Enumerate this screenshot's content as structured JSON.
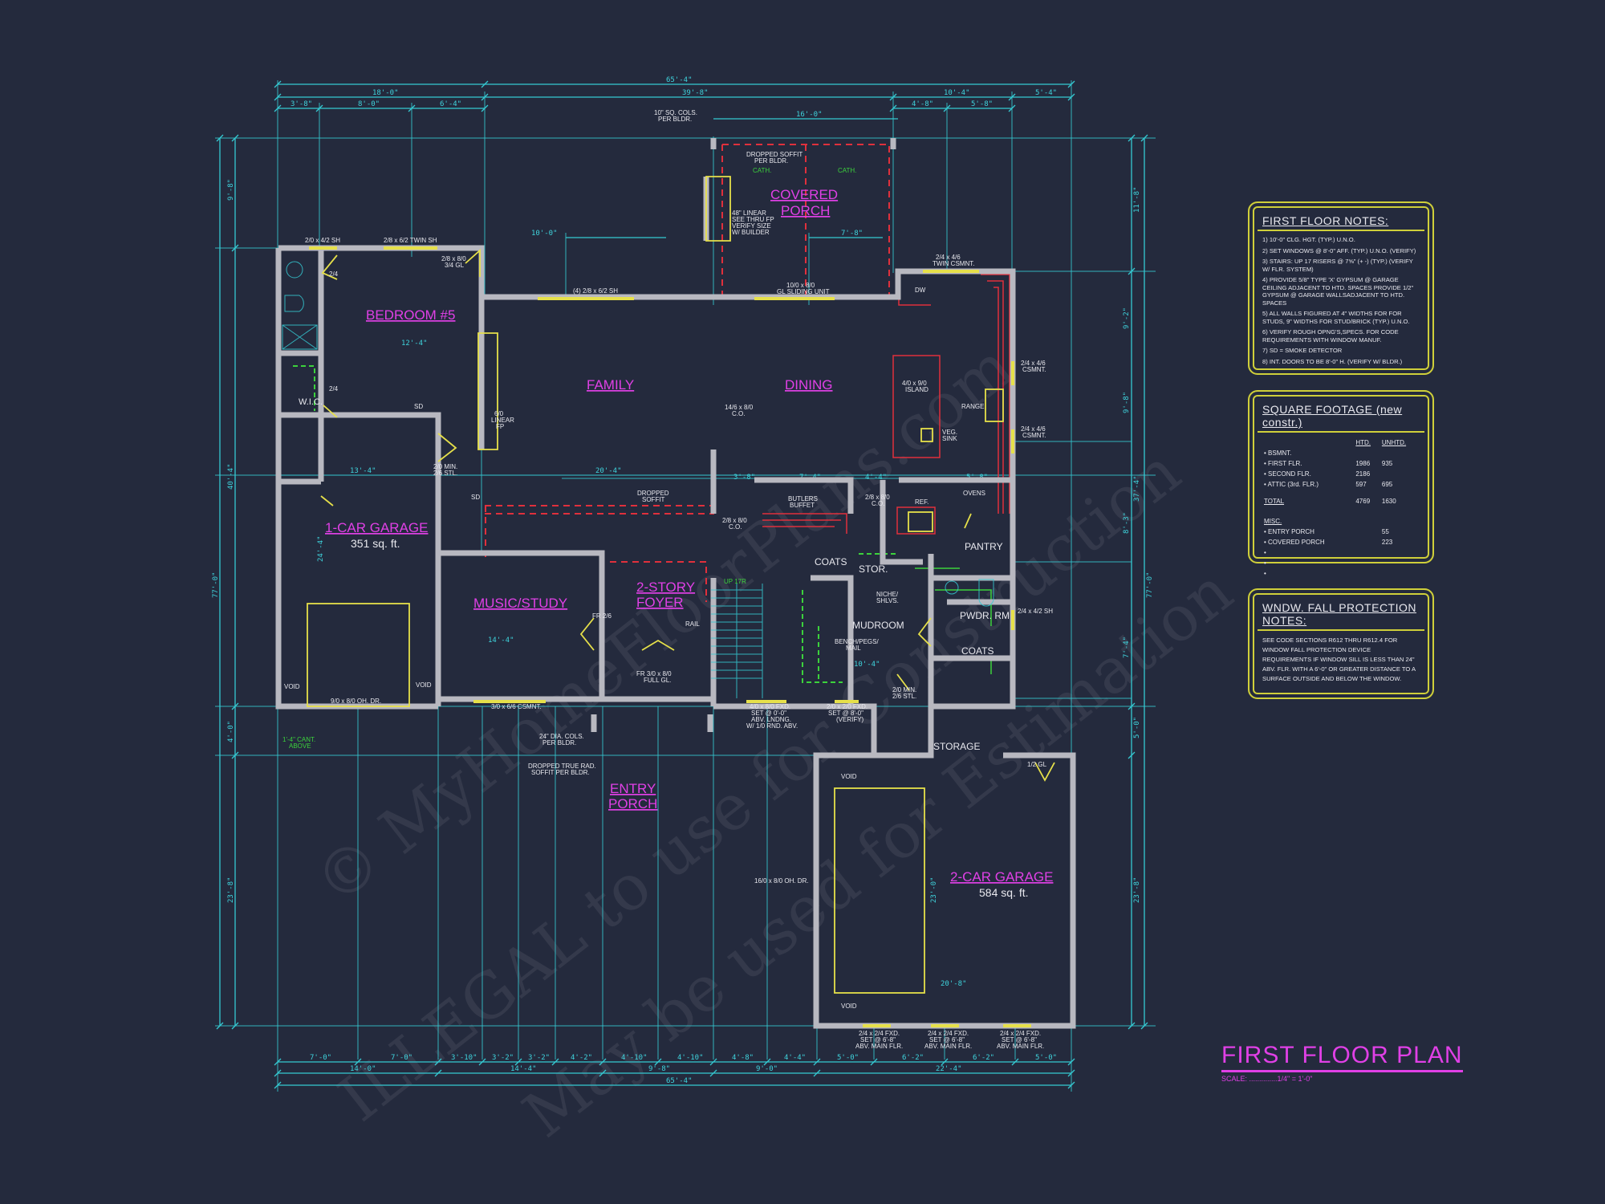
{
  "title": {
    "text": "FIRST FLOOR PLAN",
    "scale": "SCALE: ..............1/4\" = 1'-0\""
  },
  "colors": {
    "background": "#242a3d",
    "dimension": "#35c9d2",
    "room_label": "#e040e6",
    "window": "#e6e04a",
    "soffit": "#e0303c",
    "shelving": "#3cd23c",
    "notes_border": "#cfcf3a"
  },
  "rooms": {
    "bedroom5": "BEDROOM #5",
    "family": "FAMILY",
    "dining": "DINING",
    "covered_porch_1": "COVERED",
    "covered_porch_2": "PORCH",
    "garage1": "1-CAR GARAGE",
    "garage1_area": "351 sq. ft.",
    "music": "MUSIC/STUDY",
    "foyer_1": "2-STORY",
    "foyer_2": "FOYER",
    "entry_1": "ENTRY",
    "entry_2": "PORCH",
    "garage2": "2-CAR GARAGE",
    "garage2_area": "584 sq. ft.",
    "mudroom": "MUDROOM",
    "pantry": "PANTRY",
    "powder": "PWDR. RM",
    "coats_1": "COATS",
    "coats_2": "COATS",
    "stor": "STOR.",
    "wic": "W.I.C.",
    "storage": "STORAGE"
  },
  "annotations": {
    "a1": "2/0 x 4/2 SH",
    "a2": "2/8 x 6/2 TWIN SH",
    "a3": "2/8 x 8/0",
    "a3b": "3/4 GL",
    "a4": "(4) 2/8 x 6/2 SH",
    "a5": "10\" SQ. COLS.",
    "a5b": "PER BLDR.",
    "a6": "DROPPED SOFFIT",
    "a6b": "PER BLDR.",
    "a7": "48\" LINEAR",
    "a7b": "SEE THRU FP",
    "a7c": "VERIFY SIZE",
    "a7d": "W/ BUILDER",
    "a8": "10/0 x 8/0",
    "a8b": "GL SLIDING UNIT",
    "a9": "2/4 x 4/6",
    "a9b": "TWIN CSMNT.",
    "a10": "4/0 x 9/0",
    "a10b": "ISLAND",
    "a11": "14/6 x 8/0",
    "a11b": "C.O.",
    "a12": "RANGE",
    "a13": "VEG.",
    "a13b": "SINK",
    "a14": "2/4 x 4/6",
    "a14b": "CSMNT.",
    "a15": "2/4 x 4/6",
    "a15b": "CSMNT.",
    "a16": "DW",
    "a17": "BUTLERS",
    "a17b": "BUFFET",
    "a18": "2/8 x 8/0",
    "a18b": "C.O.",
    "a19": "REF.",
    "a20": "OVENS",
    "a21": "DROPPED",
    "a21b": "SOFFIT",
    "a22": "2/8 x 8/0",
    "a22b": "C.O.",
    "a23": "NICHE/",
    "a23b": "SHLVS.",
    "a24": "BENCH/PEGS/",
    "a24b": "MAIL",
    "a25": "2/4 x 4/2 SH",
    "a26": "FR 2/6",
    "a27": "RAIL",
    "a28": "UP 17R",
    "a29": "FR 3/0 x 8/0",
    "a29b": "FULL GL.",
    "a30": "3/0 x 6/6 CSMNT.",
    "a31": "24\" DIA. COLS.",
    "a31b": "PER BLDR.",
    "a32": "DROPPED TRUE RAD.",
    "a32b": "SOFFIT PER BLDR.",
    "a33": "4/0 x 8/0 FXD.",
    "a33b": "SET @ 0'-0\"",
    "a33c": "ABV. LNDNG.",
    "a33d": "W/ 1/0 RND. ABV.",
    "a34": "2/0 x 2/0 FXD.",
    "a34b": "SET @ 8'-0\"",
    "a34c": "(VERIFY)",
    "a35": "9/0 x 8/0 OH. DR.",
    "a36": "VOID",
    "a37": "VOID",
    "a38": "1'-4\" CANT.",
    "a38b": "ABOVE",
    "a39": "16/0 x 8/0 OH. DR.",
    "a40": "2/4 x 2/4 FXD.",
    "a40b": "SET @ 6'-8\"",
    "a40c": "ABV. MAIN FLR.",
    "a41": "2/4 x 2/4 FXD.",
    "a41b": "SET @ 6'-8\"",
    "a41c": "ABV. MAIN FLR.",
    "a42": "2/4 x 2/4 FXD.",
    "a42b": "SET @ 6'-8\"",
    "a42c": "ABV. MAIN FLR.",
    "a43": "1/2 GL",
    "a44": "SD",
    "a45": "SD",
    "a46": "2/0 MIN.",
    "a46b": "2/6 STL.",
    "a47": "CATH.",
    "a48": "CATH.",
    "a49": "6/0",
    "a49b": "LINEAR",
    "a49c": "FP",
    "a50": "2/4",
    "a51": "2/4",
    "a52": "VOID",
    "a53": "VOID",
    "a54": "2/0 MIN.",
    "a54b": "2/6 STL."
  },
  "dimensions": {
    "top": [
      "65'-4\"",
      "18'-0\"",
      "39'-8\"",
      "10'-4\"",
      "5'-4\"",
      "3'-8\"",
      "8'-0\"",
      "6'-4\"",
      "4'-8\"",
      "5'-8\"",
      "16'-0\"",
      "10'-0\"",
      "7'-8\""
    ],
    "bottom": [
      "7'-0\"",
      "7'-0\"",
      "3'-10\"",
      "3'-2\"",
      "3'-2\"",
      "4'-2\"",
      "4'-10\"",
      "4'-10\"",
      "4'-8\"",
      "4'-4\"",
      "5'-0\"",
      "6'-2\"",
      "6'-2\"",
      "5'-0\"",
      "14'-0\"",
      "14'-4\"",
      "9'-8\"",
      "9'-0\"",
      "22'-4\"",
      "65'-4\""
    ],
    "left": [
      "9'-8\"",
      "40'-4\"",
      "4'-0\"",
      "23'-8\"",
      "77'-0\""
    ],
    "right": [
      "11'-8\"",
      "37'-4\"",
      "5'-0\"",
      "23'-8\"",
      "77'-0\"",
      "9'-2\"",
      "9'-8\"",
      "8'-3\"",
      "7'-4\""
    ],
    "interior": [
      "12'-4\"",
      "13'-4\"",
      "20'-4\"",
      "14'-4\"",
      "20'-8\"",
      "23'-0\"",
      "24'-4\"",
      "3'-8\"",
      "7'-4\"",
      "4'-4\"",
      "5'-8\"",
      "10'-4\""
    ]
  },
  "notes": {
    "heading": "FIRST FLOOR NOTES:",
    "items": [
      "1) 10'-0\" CLG. HGT. (TYP.) U.N.O.",
      "2) SET WINDOWS @ 8'-0\" AFF. (TYP.) U.N.O. (VERIFY)",
      "3) STAIRS: UP 17 RISERS @ 7⅝\" (+ -) (TYP.) (VERIFY W/ FLR. SYSTEM)",
      "4) PROVIDE 5/8\" TYPE 'X' GYPSUM @ GARAGE CEILING ADJACENT TO HTD. SPACES PROVIDE 1/2\" GYPSUM @ GARAGE WALLSADJACENT TO HTD. SPACES",
      "5) ALL WALLS FIGURED AT 4\" WIDTHS FOR FOR STUDS, 9\" WIDTHS FOR STUD/BRICK (TYP.) U.N.O.",
      "6) VERIFY ROUGH OPNG'S,SPECS. FOR CODE REQUIREMENTS WITH WINDOW MANUF.",
      "7) SD = SMOKE DETECTOR",
      "8) INT. DOORS TO BE 8'-0\" H. (VERIFY W/ BLDR.)"
    ]
  },
  "square_footage": {
    "heading": "SQUARE FOOTAGE (new constr.)",
    "col_htd": "HTD.",
    "col_unhtd": "UNHTD.",
    "rows": [
      {
        "label": "• BSMNT.",
        "htd": "",
        "unhtd": ""
      },
      {
        "label": "• FIRST FLR.",
        "htd": "1986",
        "unhtd": "935"
      },
      {
        "label": "• SECOND FLR.",
        "htd": "2186",
        "unhtd": ""
      },
      {
        "label": "• ATTIC (3rd. FLR.)",
        "htd": "597",
        "unhtd": "695"
      }
    ],
    "total": {
      "label": "TOTAL",
      "htd": "4769",
      "unhtd": "1630"
    },
    "misc_heading": "MISC.",
    "misc": [
      {
        "label": "• ENTRY PORCH",
        "value": "55"
      },
      {
        "label": "• COVERED PORCH",
        "value": "223"
      },
      {
        "label": "•",
        "value": ""
      },
      {
        "label": "•",
        "value": ""
      },
      {
        "label": "•",
        "value": ""
      }
    ]
  },
  "window_fall_notes": {
    "heading": "WNDW. FALL PROTECTION NOTES:",
    "text": "SEE CODE SECTIONS R612 THRU R612.4 FOR WINDOW FALL PROTECTION DEVICE REQUIREMENTS IF WINDOW SILL IS LESS THAN 24\" ABV. FLR. WITH A 6'-0\" OR GREATER DISTANCE TO A SURFACE OUTSIDE AND BELOW THE WINDOW."
  },
  "watermark": [
    "© MyHomeFloorPlans.com",
    "ILLEGAL to use for Construction",
    "May be used for Estimation"
  ]
}
